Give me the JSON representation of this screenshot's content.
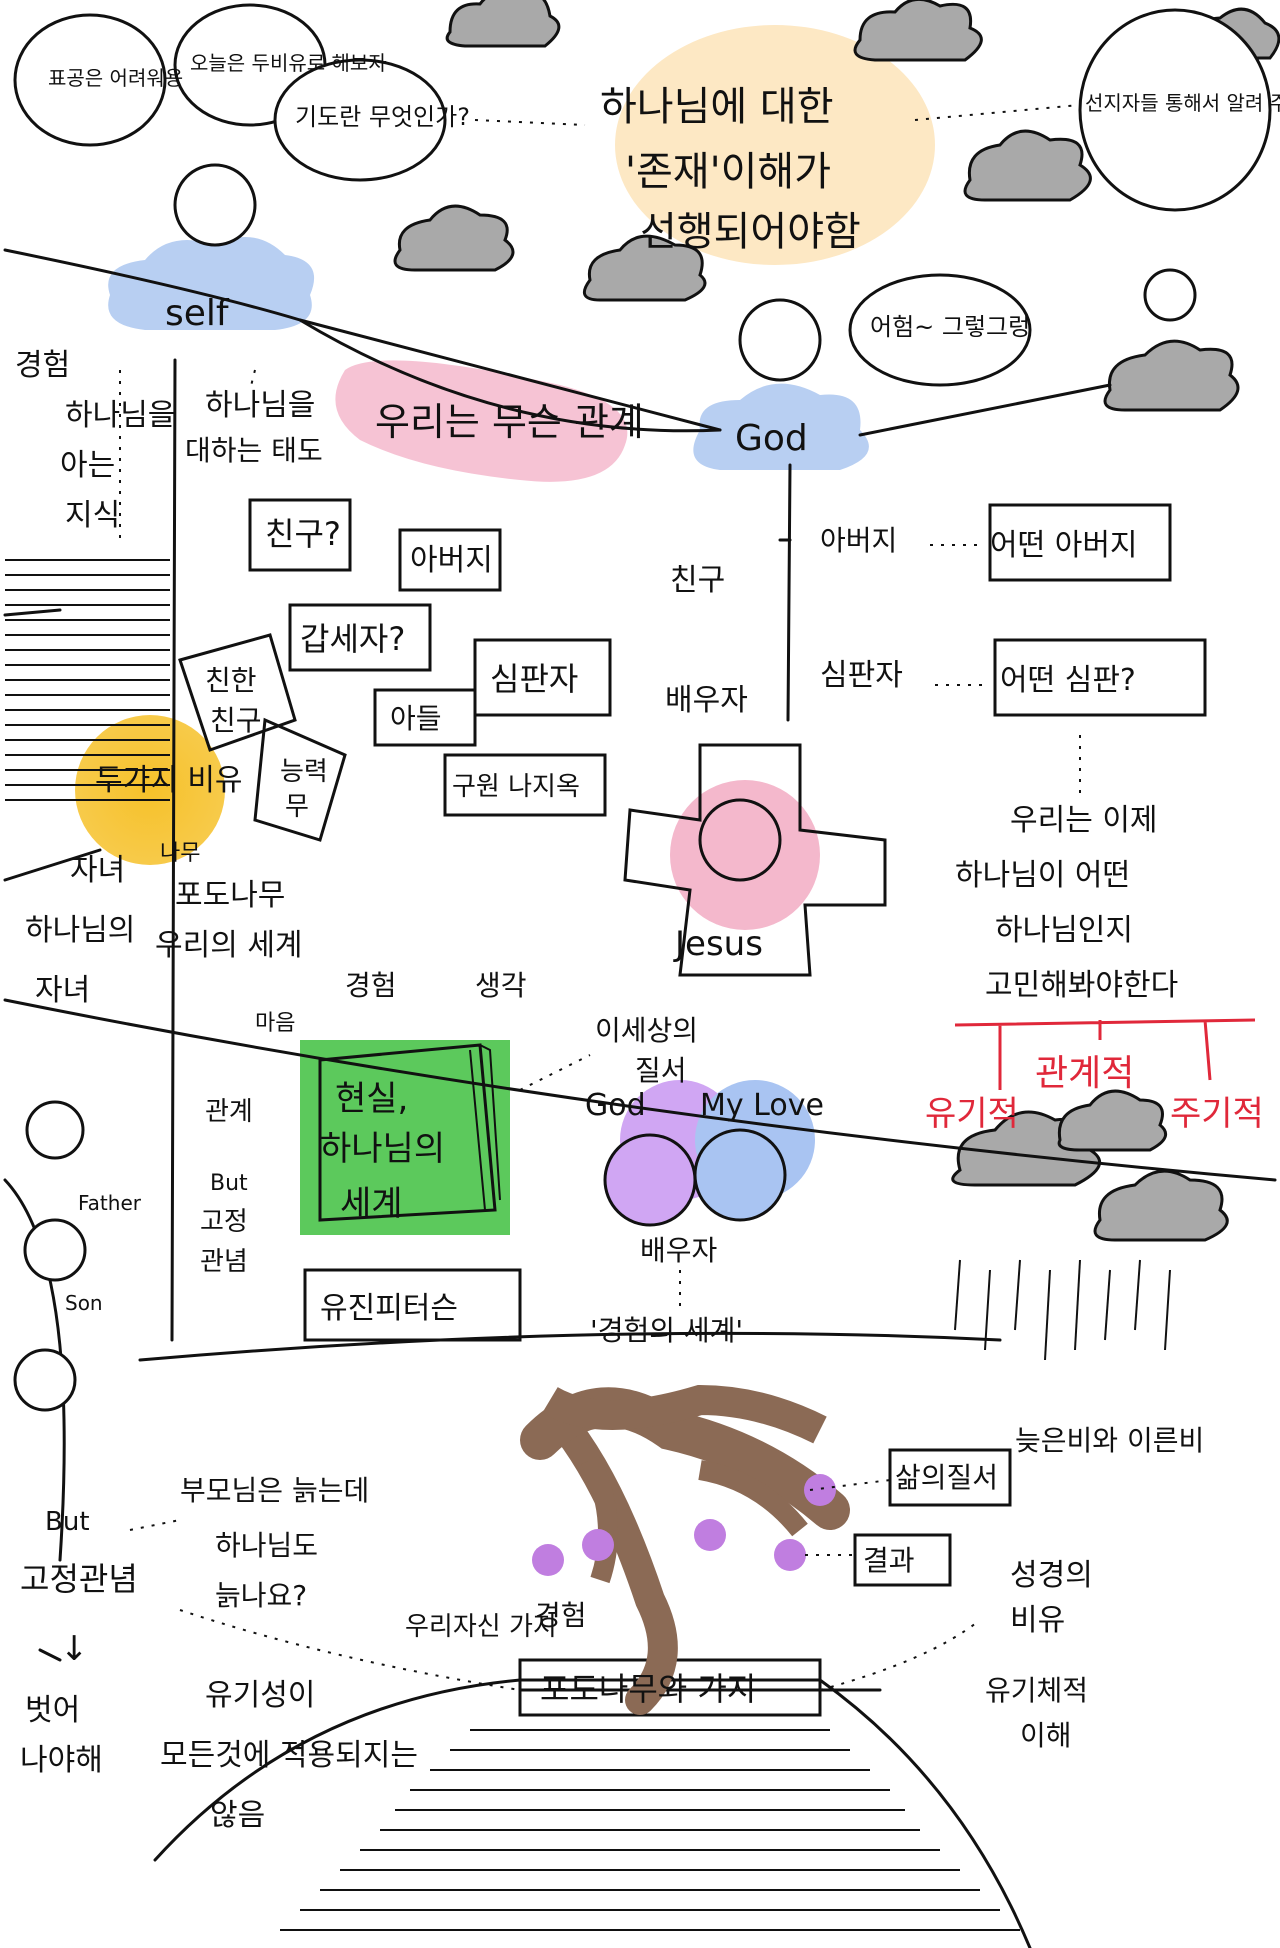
{
  "colors": {
    "ink": "#111111",
    "cloud_gray": "#a9a9a9",
    "cloud_blue": "#b8cff2",
    "highlight_pink": "#f4b8cc",
    "highlight_peach": "#fde8c4",
    "highlight_yellow": "#f6c12a",
    "box_green": "#5cc95c",
    "purple_face": "#d0a6f3",
    "blue_face": "#a9c4f2",
    "grape_purple": "#c07ee0",
    "tree_brown": "#8b6a55",
    "red_text": "#e0283a"
  },
  "bubbles": {
    "left_1": "표공은 어려워용",
    "left_2": "오늘은 두비유로 해보자",
    "prayer": "기도란 무엇인가?",
    "god": "어험~ 그렇그렁",
    "prophet": "선지자들 통해서 알려 주잖아!"
  },
  "top_note": {
    "line1": "하나님에 대한",
    "line2": "'존재'이해가",
    "line3": "선행되어야함"
  },
  "nodes": {
    "self": "self",
    "god": "God",
    "jesus": "Jesus",
    "relationship": "우리는 무슨 관계"
  },
  "left_column": {
    "experience": "경험",
    "know_god_1": "하나님을",
    "know_god_2": "아는",
    "know_god_3": "지식",
    "talk_god_1": "하나님을",
    "talk_god_2": "대하는 태도"
  },
  "relation_boxes": {
    "friend_q": "친구?",
    "father": "아버지",
    "tax_q": "갑세자?",
    "son": "아들",
    "judge": "심판자",
    "heaven_hell": "구원 나지옥",
    "close_1": "친한",
    "close_2": "친구",
    "ability_1": "능력",
    "ability_2": "무"
  },
  "right_relations": {
    "father": "아버지",
    "what_father": "어떤 아버지",
    "friend": "친구",
    "judge": "심판자",
    "what_judge": "어떤 심판?",
    "spouse": "배우자"
  },
  "now_note": {
    "line1": "우리는 이제",
    "line2": "하나님이 어떤",
    "line3": "하나님인지",
    "line4": "고민해봐야한다"
  },
  "red_labels": {
    "relational": "관계적",
    "organic": "유기적",
    "mechanical": "주기적"
  },
  "parables": {
    "two": "두가지 비유",
    "children": "자녀",
    "vine": "나무",
    "gods_children_1": "하나님의",
    "gods_children_2": "자녀",
    "our_world_1": "포도나무",
    "our_world_2": "우리의 세계"
  },
  "green_box": {
    "line1": "현실,",
    "line2": "하나님의",
    "line3": "세계",
    "around_mind": "마음",
    "around_experience": "경험",
    "around_thought": "생각",
    "around_relation": "관계",
    "but": "But",
    "fixed_1": "고정",
    "fixed_2": "관념",
    "order_1": "이세상의",
    "order_2": "질서",
    "ys_sign": "유진피터슨"
  },
  "love": {
    "god": "God",
    "my_love": "My Love",
    "spouse": "배우자",
    "experience_world": "'경험의 세계'"
  },
  "family": {
    "father": "Father",
    "son": "Son"
  },
  "bottom_left": {
    "but": "But",
    "fixed": "고정관념",
    "arrow": "↓",
    "escape_1": "벗어",
    "escape_2": "나야해",
    "parents_1": "부모님은 늙는데",
    "parents_2": "하나님도",
    "parents_3": "늙나요?",
    "organic_1": "유기성이",
    "organic_2": "모든것에 적용되지는",
    "organic_3": "않음"
  },
  "tree": {
    "branches": "우리자신 가지",
    "experience": "경험",
    "fruit": "결과",
    "life_order": "삶의질서",
    "rain": "늦은비와 이른비",
    "bible_1": "성경의",
    "bible_2": "비유",
    "organic_1": "유기체적",
    "organic_2": "이해",
    "vine_and_branch": "포도나무와 가지"
  }
}
